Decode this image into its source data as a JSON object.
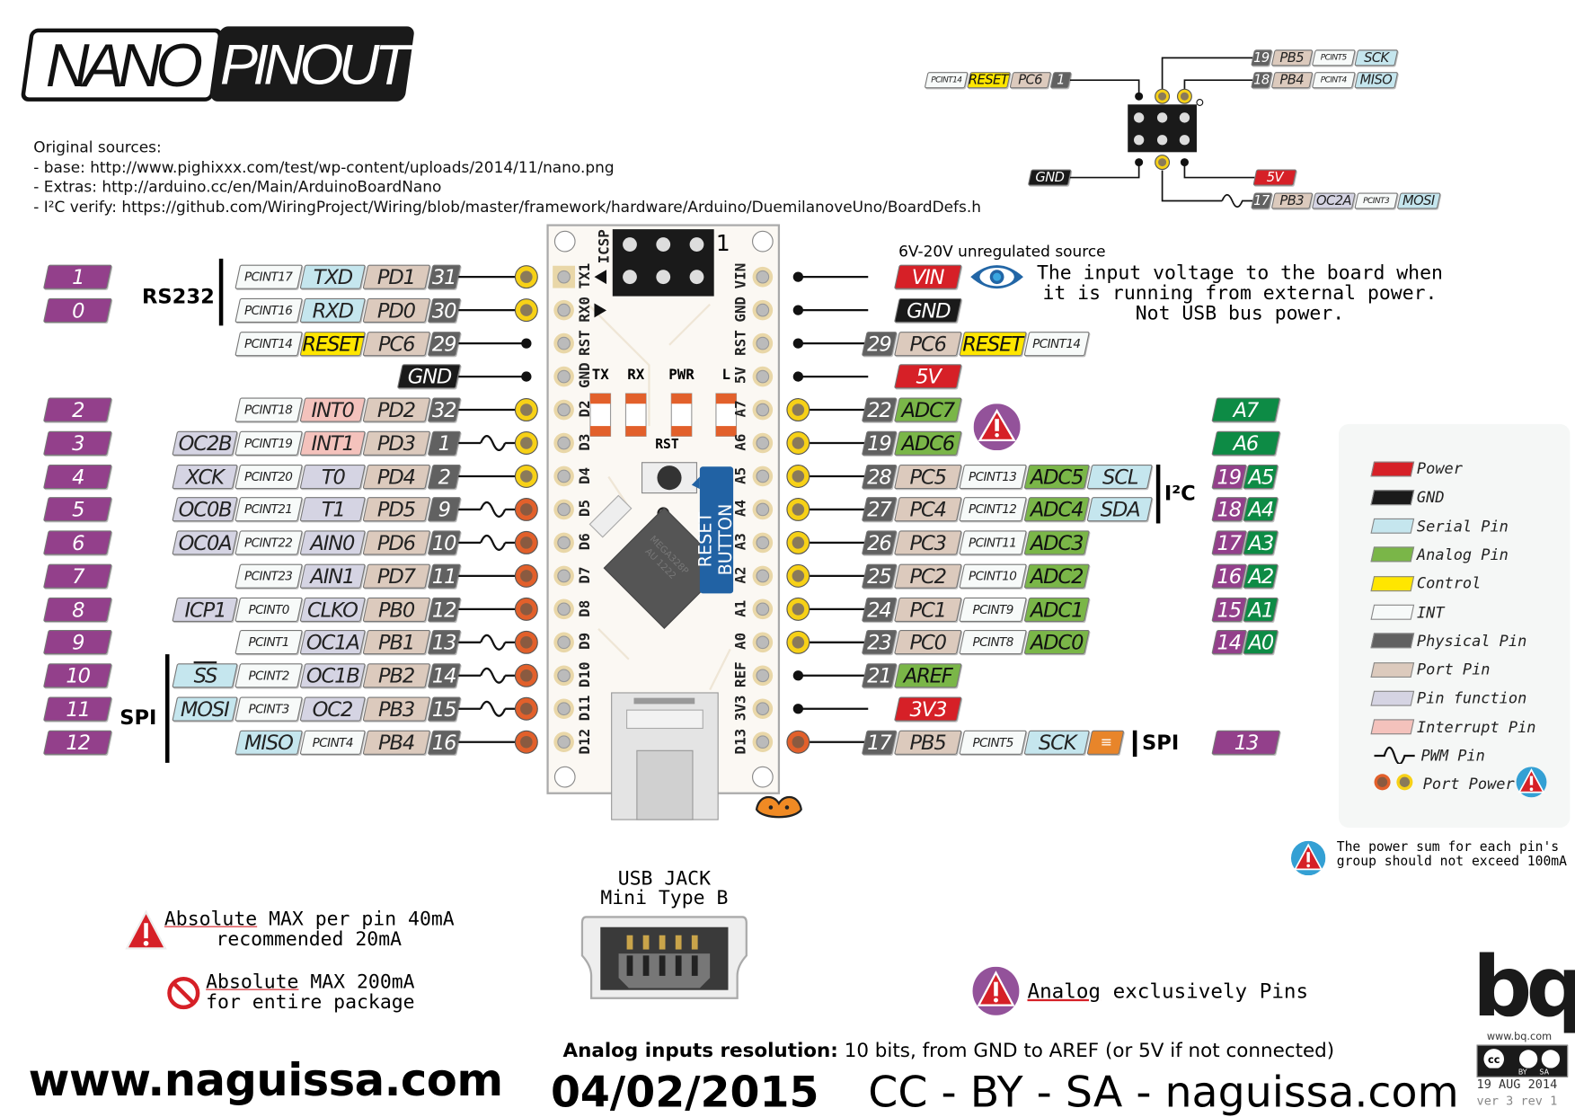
{
  "title": {
    "part1": "NANO",
    "part2": "PINOUT"
  },
  "sources": {
    "heading": "Original sources:",
    "lines": [
      "- base: http://www.pighixxx.com/test/wp-content/uploads/2014/11/nano.png",
      "- Extras: http://arduino.cc/en/Main/ArduinoBoardNano",
      "- I²C verify: https://github.com/WiringProject/Wiring/blob/master/framework/hardware/Arduino/DuemilanoveUno/BoardDefs.h"
    ]
  },
  "colors": {
    "power": "#d62027",
    "gnd": "#1a1a1a",
    "serial": "#c5e6ee",
    "analog": "#7ab648",
    "control": "#ffe600",
    "int": "#f7faf9",
    "physical": "#616161",
    "port": "#dccabd",
    "func": "#d5d4e3",
    "interrupt": "#f4c2bc",
    "arduino_digital": "#93408b",
    "arduino_analog": "#0d8b45"
  },
  "left_rows": [
    {
      "arduino": [
        {
          "t": "1",
          "k": "purple"
        }
      ],
      "pin": "yellow",
      "pwm": false,
      "labels": [
        {
          "t": "31",
          "k": "physical"
        },
        {
          "t": "PD1",
          "k": "port"
        },
        {
          "t": "TXD",
          "k": "serial"
        },
        {
          "t": "PCINT17",
          "k": "int"
        }
      ]
    },
    {
      "arduino": [
        {
          "t": "0",
          "k": "purple"
        }
      ],
      "pin": "yellow",
      "pwm": false,
      "labels": [
        {
          "t": "30",
          "k": "physical"
        },
        {
          "t": "PD0",
          "k": "port"
        },
        {
          "t": "RXD",
          "k": "serial"
        },
        {
          "t": "PCINT16",
          "k": "int"
        }
      ]
    },
    {
      "arduino": [],
      "pin": "dot",
      "pwm": false,
      "labels": [
        {
          "t": "29",
          "k": "physical"
        },
        {
          "t": "PC6",
          "k": "port"
        },
        {
          "t": "RESET",
          "k": "control"
        },
        {
          "t": "PCINT14",
          "k": "int"
        }
      ]
    },
    {
      "arduino": [],
      "pin": "dot",
      "pwm": false,
      "labels": [
        {
          "t": "GND",
          "k": "gnd"
        }
      ]
    },
    {
      "arduino": [
        {
          "t": "2",
          "k": "purple"
        }
      ],
      "pin": "yellow",
      "pwm": false,
      "labels": [
        {
          "t": "32",
          "k": "physical"
        },
        {
          "t": "PD2",
          "k": "port"
        },
        {
          "t": "INT0",
          "k": "interrupt"
        },
        {
          "t": "PCINT18",
          "k": "int"
        }
      ]
    },
    {
      "arduino": [
        {
          "t": "3",
          "k": "purple"
        }
      ],
      "pin": "yellow",
      "pwm": true,
      "labels": [
        {
          "t": "1",
          "k": "physical"
        },
        {
          "t": "PD3",
          "k": "port"
        },
        {
          "t": "INT1",
          "k": "interrupt"
        },
        {
          "t": "PCINT19",
          "k": "int"
        },
        {
          "t": "OC2B",
          "k": "func"
        }
      ]
    },
    {
      "arduino": [
        {
          "t": "4",
          "k": "purple"
        }
      ],
      "pin": "yellow",
      "pwm": false,
      "labels": [
        {
          "t": "2",
          "k": "physical"
        },
        {
          "t": "PD4",
          "k": "port"
        },
        {
          "t": "T0",
          "k": "func"
        },
        {
          "t": "PCINT20",
          "k": "int"
        },
        {
          "t": "XCK",
          "k": "func"
        }
      ]
    },
    {
      "arduino": [
        {
          "t": "5",
          "k": "purple"
        }
      ],
      "pin": "orange",
      "pwm": true,
      "labels": [
        {
          "t": "9",
          "k": "physical"
        },
        {
          "t": "PD5",
          "k": "port"
        },
        {
          "t": "T1",
          "k": "func"
        },
        {
          "t": "PCINT21",
          "k": "int"
        },
        {
          "t": "OC0B",
          "k": "func"
        }
      ]
    },
    {
      "arduino": [
        {
          "t": "6",
          "k": "purple"
        }
      ],
      "pin": "orange",
      "pwm": true,
      "labels": [
        {
          "t": "10",
          "k": "physical"
        },
        {
          "t": "PD6",
          "k": "port"
        },
        {
          "t": "AIN0",
          "k": "func"
        },
        {
          "t": "PCINT22",
          "k": "int"
        },
        {
          "t": "OC0A",
          "k": "func"
        }
      ]
    },
    {
      "arduino": [
        {
          "t": "7",
          "k": "purple"
        }
      ],
      "pin": "orange",
      "pwm": false,
      "labels": [
        {
          "t": "11",
          "k": "physical"
        },
        {
          "t": "PD7",
          "k": "port"
        },
        {
          "t": "AIN1",
          "k": "func"
        },
        {
          "t": "PCINT23",
          "k": "int"
        }
      ]
    },
    {
      "arduino": [
        {
          "t": "8",
          "k": "purple"
        }
      ],
      "pin": "orange",
      "pwm": false,
      "labels": [
        {
          "t": "12",
          "k": "physical"
        },
        {
          "t": "PB0",
          "k": "port"
        },
        {
          "t": "CLKO",
          "k": "func"
        },
        {
          "t": "PCINT0",
          "k": "int"
        },
        {
          "t": "ICP1",
          "k": "func"
        }
      ]
    },
    {
      "arduino": [
        {
          "t": "9",
          "k": "purple"
        }
      ],
      "pin": "orange",
      "pwm": true,
      "labels": [
        {
          "t": "13",
          "k": "physical"
        },
        {
          "t": "PB1",
          "k": "port"
        },
        {
          "t": "OC1A",
          "k": "func"
        },
        {
          "t": "PCINT1",
          "k": "int"
        }
      ]
    },
    {
      "arduino": [
        {
          "t": "10",
          "k": "purple"
        }
      ],
      "pin": "orange",
      "pwm": true,
      "labels": [
        {
          "t": "14",
          "k": "physical"
        },
        {
          "t": "PB2",
          "k": "port"
        },
        {
          "t": "OC1B",
          "k": "func"
        },
        {
          "t": "PCINT2",
          "k": "int"
        },
        {
          "t": "SS",
          "k": "serial",
          "overline": true
        }
      ]
    },
    {
      "arduino": [
        {
          "t": "11",
          "k": "purple"
        }
      ],
      "pin": "orange",
      "pwm": true,
      "labels": [
        {
          "t": "15",
          "k": "physical"
        },
        {
          "t": "PB3",
          "k": "port"
        },
        {
          "t": "OC2",
          "k": "func"
        },
        {
          "t": "PCINT3",
          "k": "int"
        },
        {
          "t": "MOSI",
          "k": "serial"
        }
      ]
    },
    {
      "arduino": [
        {
          "t": "12",
          "k": "purple"
        }
      ],
      "pin": "orange",
      "pwm": false,
      "labels": [
        {
          "t": "16",
          "k": "physical"
        },
        {
          "t": "PB4",
          "k": "port"
        },
        {
          "t": "PCINT4",
          "k": "int"
        },
        {
          "t": "MISO",
          "k": "serial"
        }
      ]
    }
  ],
  "right_rows": [
    {
      "arduino": [],
      "pin": "dot",
      "labels": [
        {
          "t": "",
          "k": "gap"
        },
        {
          "t": "VIN",
          "k": "power"
        }
      ]
    },
    {
      "arduino": [],
      "pin": "dot",
      "labels": [
        {
          "t": "",
          "k": "gap"
        },
        {
          "t": "GND",
          "k": "gnd"
        }
      ]
    },
    {
      "arduino": [],
      "pin": "dot",
      "labels": [
        {
          "t": "29",
          "k": "physical"
        },
        {
          "t": "PC6",
          "k": "port"
        },
        {
          "t": "RESET",
          "k": "control"
        },
        {
          "t": "PCINT14",
          "k": "int"
        }
      ]
    },
    {
      "arduino": [],
      "pin": "dot",
      "labels": [
        {
          "t": "",
          "k": "gap"
        },
        {
          "t": "5V",
          "k": "power"
        }
      ]
    },
    {
      "arduino": [
        {
          "t": "A7",
          "k": "green"
        }
      ],
      "pin": "yellow",
      "labels": [
        {
          "t": "22",
          "k": "physical"
        },
        {
          "t": "ADC7",
          "k": "analog"
        }
      ]
    },
    {
      "arduino": [
        {
          "t": "A6",
          "k": "green"
        }
      ],
      "pin": "yellow",
      "labels": [
        {
          "t": "19",
          "k": "physical"
        },
        {
          "t": "ADC6",
          "k": "analog"
        }
      ]
    },
    {
      "arduino": [
        {
          "t": "19",
          "k": "purple"
        },
        {
          "t": "A5",
          "k": "green"
        }
      ],
      "pin": "yellow",
      "labels": [
        {
          "t": "28",
          "k": "physical"
        },
        {
          "t": "PC5",
          "k": "port"
        },
        {
          "t": "PCINT13",
          "k": "int"
        },
        {
          "t": "ADC5",
          "k": "analog"
        },
        {
          "t": "SCL",
          "k": "serial"
        }
      ]
    },
    {
      "arduino": [
        {
          "t": "18",
          "k": "purple"
        },
        {
          "t": "A4",
          "k": "green"
        }
      ],
      "pin": "yellow",
      "labels": [
        {
          "t": "27",
          "k": "physical"
        },
        {
          "t": "PC4",
          "k": "port"
        },
        {
          "t": "PCINT12",
          "k": "int"
        },
        {
          "t": "ADC4",
          "k": "analog"
        },
        {
          "t": "SDA",
          "k": "serial"
        }
      ]
    },
    {
      "arduino": [
        {
          "t": "17",
          "k": "purple"
        },
        {
          "t": "A3",
          "k": "green"
        }
      ],
      "pin": "yellow",
      "labels": [
        {
          "t": "26",
          "k": "physical"
        },
        {
          "t": "PC3",
          "k": "port"
        },
        {
          "t": "PCINT11",
          "k": "int"
        },
        {
          "t": "ADC3",
          "k": "analog"
        }
      ]
    },
    {
      "arduino": [
        {
          "t": "16",
          "k": "purple"
        },
        {
          "t": "A2",
          "k": "green"
        }
      ],
      "pin": "yellow",
      "labels": [
        {
          "t": "25",
          "k": "physical"
        },
        {
          "t": "PC2",
          "k": "port"
        },
        {
          "t": "PCINT10",
          "k": "int"
        },
        {
          "t": "ADC2",
          "k": "analog"
        }
      ]
    },
    {
      "arduino": [
        {
          "t": "15",
          "k": "purple"
        },
        {
          "t": "A1",
          "k": "green"
        }
      ],
      "pin": "yellow",
      "labels": [
        {
          "t": "24",
          "k": "physical"
        },
        {
          "t": "PC1",
          "k": "port"
        },
        {
          "t": "PCINT9",
          "k": "int"
        },
        {
          "t": "ADC1",
          "k": "analog"
        }
      ]
    },
    {
      "arduino": [
        {
          "t": "14",
          "k": "purple"
        },
        {
          "t": "A0",
          "k": "green"
        }
      ],
      "pin": "yellow",
      "labels": [
        {
          "t": "23",
          "k": "physical"
        },
        {
          "t": "PC0",
          "k": "port"
        },
        {
          "t": "PCINT8",
          "k": "int"
        },
        {
          "t": "ADC0",
          "k": "analog"
        }
      ]
    },
    {
      "arduino": [],
      "pin": "dot",
      "labels": [
        {
          "t": "21",
          "k": "physical"
        },
        {
          "t": "AREF",
          "k": "analog"
        }
      ]
    },
    {
      "arduino": [],
      "pin": "dot",
      "labels": [
        {
          "t": "",
          "k": "gap"
        },
        {
          "t": "3V3",
          "k": "power"
        }
      ]
    },
    {
      "arduino": [
        {
          "t": "13",
          "k": "purple"
        }
      ],
      "pin": "orange",
      "labels": [
        {
          "t": "17",
          "k": "physical"
        },
        {
          "t": "PB5",
          "k": "port"
        },
        {
          "t": "PCINT5",
          "k": "int"
        },
        {
          "t": "SCK",
          "k": "serial"
        }
      ],
      "led": true
    }
  ],
  "board": {
    "left_pins": [
      "TX1",
      "RX0",
      "RST",
      "GND",
      "D2",
      "D3",
      "D4",
      "D5",
      "D6",
      "D7",
      "D8",
      "D9",
      "D10",
      "D11",
      "D12"
    ],
    "right_pins": [
      "VIN",
      "GND",
      "RST",
      "5V",
      "A7",
      "A6",
      "A5",
      "A4",
      "A3",
      "A2",
      "A1",
      "A0",
      "REF",
      "3V3",
      "D13"
    ],
    "icsp_label": "ICSP",
    "icsp_pin1": "1",
    "leds": [
      "TX",
      "RX",
      "PWR",
      "L"
    ],
    "rst_label": "RST",
    "reset_button": "RESET BUTTON",
    "chip": [
      "MEGA328P",
      "AU 1222"
    ]
  },
  "groups": {
    "rs232": "RS232",
    "spi_left": "SPI",
    "i2c": "I²C",
    "spi_right": "SPI"
  },
  "icsp": {
    "reset": [
      {
        "t": "PCINT14",
        "k": "int"
      },
      {
        "t": "RESET",
        "k": "control"
      },
      {
        "t": "PC6",
        "k": "port"
      },
      {
        "t": "1",
        "k": "physical"
      }
    ],
    "sck": [
      {
        "t": "19",
        "k": "physical"
      },
      {
        "t": "PB5",
        "k": "port"
      },
      {
        "t": "PCINT5",
        "k": "int"
      },
      {
        "t": "SCK",
        "k": "serial"
      }
    ],
    "miso": [
      {
        "t": "18",
        "k": "physical"
      },
      {
        "t": "PB4",
        "k": "port"
      },
      {
        "t": "PCINT4",
        "k": "int"
      },
      {
        "t": "MISO",
        "k": "serial"
      }
    ],
    "gnd": [
      {
        "t": "GND",
        "k": "gnd"
      }
    ],
    "v5": [
      {
        "t": "5V",
        "k": "power"
      }
    ],
    "mosi": [
      {
        "t": "17",
        "k": "physical"
      },
      {
        "t": "PB3",
        "k": "port"
      },
      {
        "t": "OC2A",
        "k": "func"
      },
      {
        "t": "PCINT3",
        "k": "int"
      },
      {
        "t": "MOSI",
        "k": "serial"
      }
    ]
  },
  "vin_note": {
    "heading": "6V-20V unregulated source",
    "lines": [
      "The input voltage to the board when",
      "it is running from external power.",
      "Not USB bus power."
    ]
  },
  "legend": [
    {
      "label": "Power",
      "k": "power"
    },
    {
      "label": "GND",
      "k": "gnd"
    },
    {
      "label": "Serial Pin",
      "k": "serial"
    },
    {
      "label": "Analog Pin",
      "k": "analog"
    },
    {
      "label": "Control",
      "k": "control"
    },
    {
      "label": "INT",
      "k": "int"
    },
    {
      "label": "Physical Pin",
      "k": "physical"
    },
    {
      "label": "Port Pin",
      "k": "port"
    },
    {
      "label": "Pin function",
      "k": "func"
    },
    {
      "label": "Interrupt Pin",
      "k": "interrupt"
    },
    {
      "label": "PWM Pin",
      "k": "pwm"
    },
    {
      "label": "Port Power",
      "k": "portpower"
    }
  ],
  "power_note": [
    "The power sum for each pin's",
    "group should not exceed 100mA"
  ],
  "warnings": {
    "pin_max": {
      "u": "Absolute",
      "rest": " MAX per pin 40mA",
      "line2": "recommended 20mA"
    },
    "pkg_max": {
      "u": "Absolute",
      "rest": " MAX 200mA",
      "line2": "for entire package"
    },
    "analog": {
      "u": "Analog",
      "rest": " exclusively Pins"
    }
  },
  "usb": [
    "USB JACK",
    "Mini Type B"
  ],
  "footer": {
    "analog_bold": "Analog inputs resolution:",
    "analog_rest": " 10 bits, from GND to AREF (or 5V if not connected)",
    "site": "www.naguissa.com",
    "date": "04/02/2015",
    "license": "CC - BY - SA - naguissa.com",
    "bq_logo": "bq",
    "bq_site": "www.bq.com",
    "cc_badge": "BY SA",
    "ver_date": "19 AUG 2014",
    "ver": "ver 3 rev 1"
  }
}
